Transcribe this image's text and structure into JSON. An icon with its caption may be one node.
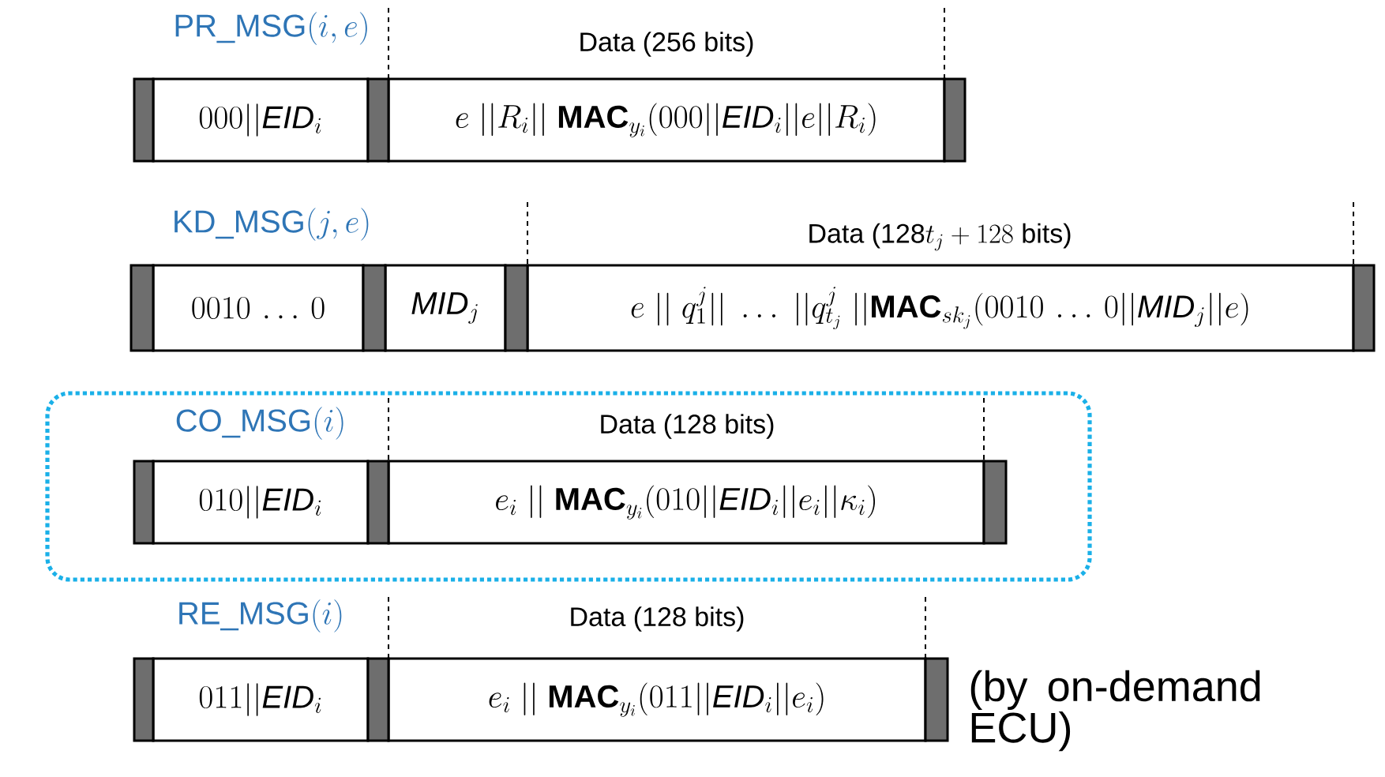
{
  "diagram": {
    "nodes": [
      {
        "text": [
          "000||\\mathit{EID}_i"
        ]
      },
      {
        "text": [
          "e\\;||R_i||\\;\\mathbf{MAC}_{y_i}(000||\\mathit{EID}_i||e||R_i)"
        ],
        "beside": [
          "Data (256 bits)"
        ]
      },
      {
        "text": [
          "0010\\,\\ldots\\,0"
        ]
      },
      {
        "text": [
          "\\mathit{MID}_j"
        ]
      },
      {
        "text": [
          "e\\;||\\;q_1^j||\\;\\ldots\\;||q_{t_j}^j\\;||\\mathbf{MAC}_{sk_j}(0010\\,\\ldots\\,0||\\mathit{MID}_j||e)"
        ],
        "beside": [
          "\\mbox{Data (128}t_j+128\\mbox{ bits)}"
        ]
      },
      {
        "text": [],
        "shape": "box"
      },
      {
        "text": [
          "010||\\mathit{EID}_i"
        ],
        "in": 5
      },
      {
        "text": [
          "e_i\\;||\\;\\mathbf{MAC}_{y_i}(010||\\mathit{EID}_i||e_i||\\kappa_i)"
        ],
        "in": 5,
        "beside": [
          "Data (128 bits)"
        ]
      },
      {
        "text": [
          "011||\\mathit{EID}_i"
        ]
      },
      {
        "text": [
          "e_i\\;||\\;\\mathbf{MAC}_{y_i}(011||\\mathit{EID}_i||e_i)"
        ],
        "beside": [
          "Data (128 bits)"
        ]
      }
    ],
    "labels": [
      "\\mathrm{PR\\_MSG}(i,e)",
      "\\mathrm{KD\\_MSG}(j,e)",
      "\\mathrm{CO\\_MSG}(i)",
      "\\mathrm{RE\\_MSG}(i)",
      "(by on-demand ECU)"
    ]
  }
}
